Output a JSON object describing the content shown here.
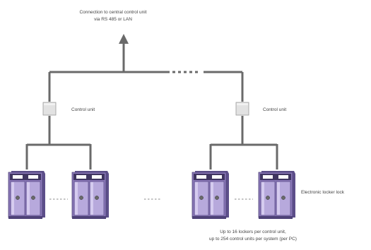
{
  "labels": {
    "connection_line1": "Connection to central control unit",
    "connection_line2": "via RS 485 or LAN",
    "control_unit_left": "Control unit",
    "control_unit_right": "Control unit",
    "locker_label": "Electronic locker lock",
    "footnote_line1": "Up to 16 lockers per control unit,",
    "footnote_line2": "up to 254 control units per system (per PC)"
  },
  "colors": {
    "line": "#6a6a6a",
    "control_unit_fill": "#e2e2e2",
    "locker_body": "#8a78b8",
    "locker_dark": "#5d4f8a",
    "locker_light": "#b7a9dc"
  },
  "icons": {
    "control_unit": "control-unit-box-icon",
    "locker": "locker-cabinet-icon",
    "arrow": "arrow-up-icon"
  }
}
